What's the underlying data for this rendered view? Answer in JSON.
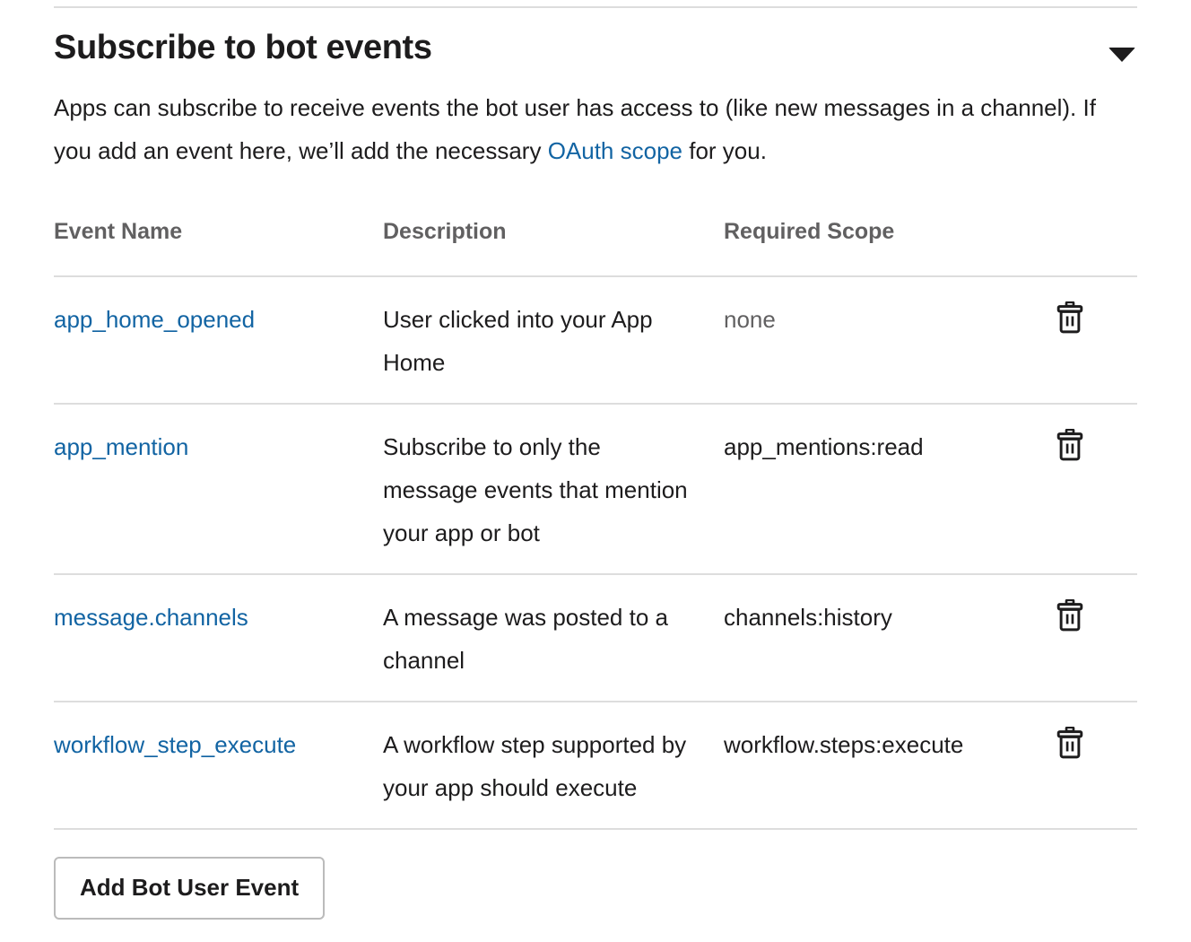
{
  "section": {
    "title": "Subscribe to bot events",
    "collapse_icon": "caret-down-icon",
    "description_before_link": "Apps can subscribe to receive events the bot user has access to (like new messages in a channel). If you add an event here, we’ll add the necessary ",
    "description_link": "OAuth scope",
    "description_after_link": " for you."
  },
  "table": {
    "columns": [
      "Event Name",
      "Description",
      "Required Scope"
    ],
    "delete_icon": "trash-icon",
    "rows": [
      {
        "name": "app_home_opened",
        "description": "User clicked into your App Home",
        "scope": "none",
        "scope_muted": true
      },
      {
        "name": "app_mention",
        "description": "Subscribe to only the message events that mention your app or bot",
        "scope": "app_mentions:read",
        "scope_muted": false
      },
      {
        "name": "message.channels",
        "description": "A message was posted to a channel",
        "scope": "channels:history",
        "scope_muted": false
      },
      {
        "name": "workflow_step_execute",
        "description": "A workflow step supported by your app should execute",
        "scope": "workflow.steps:execute",
        "scope_muted": false
      }
    ]
  },
  "actions": {
    "add_event_label": "Add Bot User Event"
  },
  "colors": {
    "link": "#1264a3",
    "text": "#1d1c1d",
    "muted": "#616061",
    "rule": "#dddddd",
    "button_border": "#bbbbbb"
  }
}
